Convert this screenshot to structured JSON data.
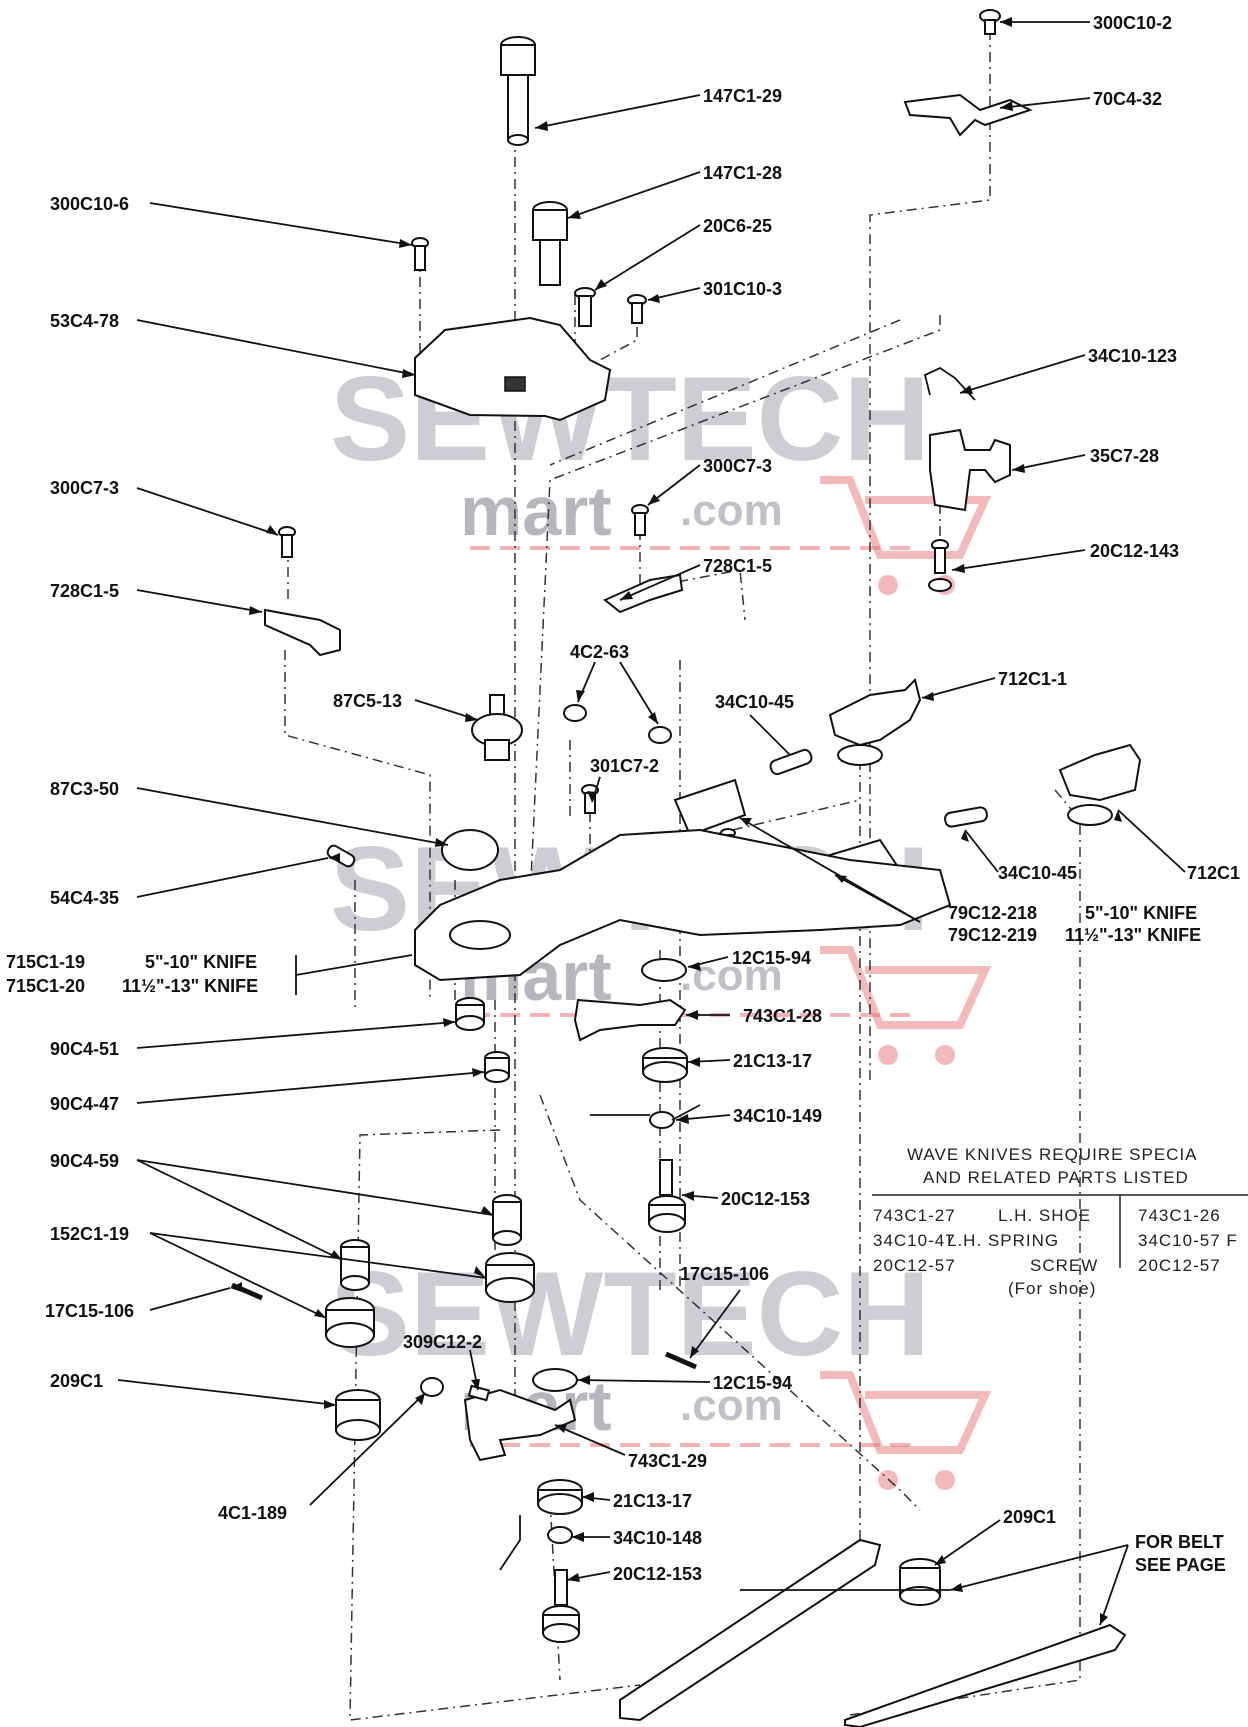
{
  "watermark": {
    "brand_top": "SEWTECH",
    "brand_bottom": "mart",
    "brand_suffix": ".com",
    "color_grey": "#b8b8c2",
    "color_red": "#e36a6a"
  },
  "labels": [
    "300C10-2",
    "70C4-32",
    "147C1-29",
    "147C1-28",
    "300C10-6",
    "20C6-25",
    "301C10-3",
    "53C4-78",
    "34C10-123",
    "35C7-28",
    "300C7-3",
    "300C7-3",
    "20C12-143",
    "728C1-5",
    "728C1-5",
    "4C2-63",
    "712C1-1",
    "34C10-45",
    "87C5-13",
    "301C7-2",
    "87C3-50",
    "712C1",
    "34C10-45",
    "54C4-35",
    "79C12-218",
    "79C12-219",
    "12C15-94",
    "90C4-51",
    "743C1-28",
    "21C13-17",
    "90C4-47",
    "34C10-149",
    "90C4-59",
    "20C12-153",
    "152C1-19",
    "17C15-106",
    "17C15-106",
    "309C12-2",
    "12C15-94",
    "209C1",
    "743C1-29",
    "4C1-189",
    "21C13-17",
    "209C1",
    "34C10-148",
    "20C12-153"
  ],
  "knife_notes": {
    "k79_1": "5\"-10\" KNIFE",
    "k79_2": "11½\"-13\" KNIFE",
    "k715_num1": "715C1-19",
    "k715_txt1": "5\"-10\" KNIFE",
    "k715_num2": "715C1-20",
    "k715_txt2": "11½\"-13\" KNIFE"
  },
  "wave_note": {
    "line1": "WAVE KNIVES REQUIRE SPECIA",
    "line2": "AND RELATED PARTS LISTED",
    "rows": [
      [
        "743C1-27",
        "L.H. SHOE",
        "743C1-26"
      ],
      [
        "34C10-47",
        "L.H. SPRING",
        "34C10-57  F"
      ],
      [
        "20C12-57",
        "SCREW",
        "20C12-57"
      ]
    ],
    "sub": "(For shoe)"
  },
  "belt_note": {
    "line1": "FOR BELT",
    "line2": "SEE PAGE"
  }
}
